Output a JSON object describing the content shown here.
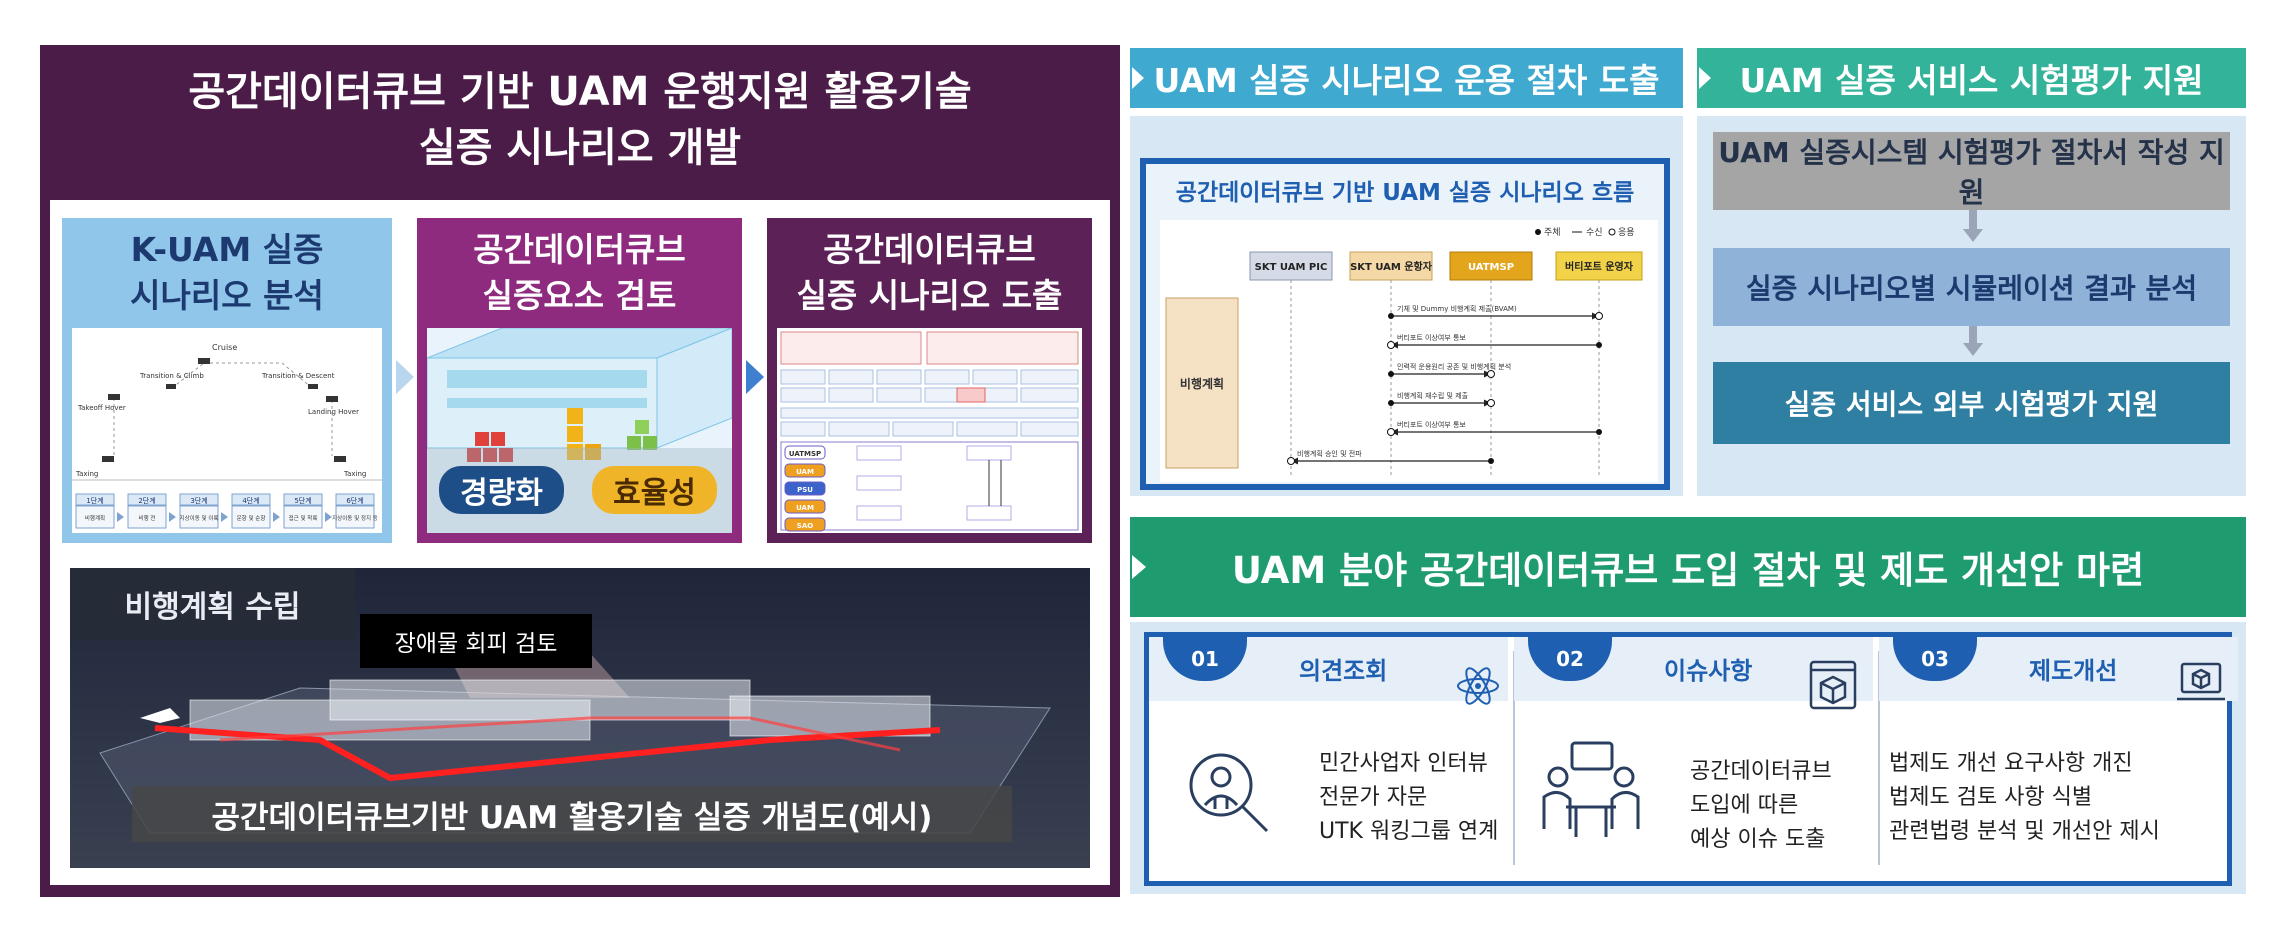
{
  "left_panel": {
    "title_line1": "공간데이터큐브 기반 UAM 운행지원 활용기술",
    "title_line2": "실증 시나리오 개발",
    "cards": [
      {
        "title_line1": "K-UAM 실증",
        "title_line2": "시나리오 분석"
      },
      {
        "title_line1": "공간데이터큐브",
        "title_line2": "실증요소 검토",
        "tag_left": "경량화",
        "tag_right": "효율성"
      },
      {
        "title_line1": "공간데이터큐브",
        "title_line2": "실증 시나리오 도출"
      }
    ],
    "card1_figure": {
      "labels": [
        "Cruise",
        "Transition & Climb",
        "Transition & Descent",
        "Takeoff Hover",
        "Landing Hover",
        "Taxing",
        "Taxing"
      ],
      "steps": [
        {
          "head": "1단계",
          "body": "비행계획"
        },
        {
          "head": "2단계",
          "body": "비행 전"
        },
        {
          "head": "3단계",
          "body": "지상이동 및 이륙"
        },
        {
          "head": "4단계",
          "body": "운항 및 순항"
        },
        {
          "head": "5단계",
          "body": "접근 및 착륙"
        },
        {
          "head": "6단계",
          "body": "지상이동 및 정지 등"
        }
      ]
    },
    "card3_figure": {
      "rows": [
        "UATMSP",
        "UAM",
        "PSU",
        "UAM",
        "SAO"
      ]
    },
    "concept": {
      "flight_plan_label": "비행계획 수립",
      "obstacle_label": "장애물 회피 검토",
      "caption": "공간데이터큐브기반 UAM 활용기술 실증 개념도(예시)"
    }
  },
  "banners": {
    "b1": "UAM 실증 시나리오 운용 절차 도출",
    "b2": "UAM 실증 서비스 시험평가 지원",
    "b3": "UAM 분야 공간데이터큐브 도입 절차 및 제도 개선안 마련"
  },
  "sequence": {
    "title": "공간데이터큐브 기반 UAM 실증 시나리오 흐름",
    "legend": [
      "주체",
      "수신",
      "응용"
    ],
    "actors": [
      "SKT UAM PIC",
      "SKT UAM 운항자",
      "UATMSP",
      "버티포트 운영자"
    ],
    "phase": "비행계획",
    "messages": [
      "기체 및 Dummy 비행계획 제출(BVAM)",
      "버티포트 이상여부 통보",
      "인력적 운용원리 공존 및 비행계획 분석",
      "비행계획 재수립 및 제출",
      "버티포트 이상여부 통보",
      "비행계획 승인 및 전파"
    ]
  },
  "steps": [
    "UAM 실증시스템 시험평가 절차서 작성 지원",
    "실증 시나리오별 시뮬레이션 결과 분석",
    "실증 서비스 외부 시험평가 지원"
  ],
  "columns": [
    {
      "num": "01",
      "title": "의견조회",
      "lines": [
        "민간사업자 인터뷰",
        "전문가 자문",
        "UTK 워킹그룹 연계"
      ]
    },
    {
      "num": "02",
      "title": "이슈사항",
      "lines": [
        "공간데이터큐브",
        "도입에 따른",
        "예상 이슈 도출"
      ]
    },
    {
      "num": "03",
      "title": "제도개선",
      "lines": [
        "법제도 개선 요구사항 개진",
        "법제도 검토 사항 식별",
        "관련법령 분석 및 개선안 제시"
      ]
    }
  ],
  "colors": {
    "left_bg": "#4a1c47",
    "banner1": "#3fa9cf",
    "banner2": "#33b39a",
    "banner3": "#1e9c70",
    "frame_blue": "#1f5fb2",
    "panel_bg": "#d7e7f4"
  }
}
